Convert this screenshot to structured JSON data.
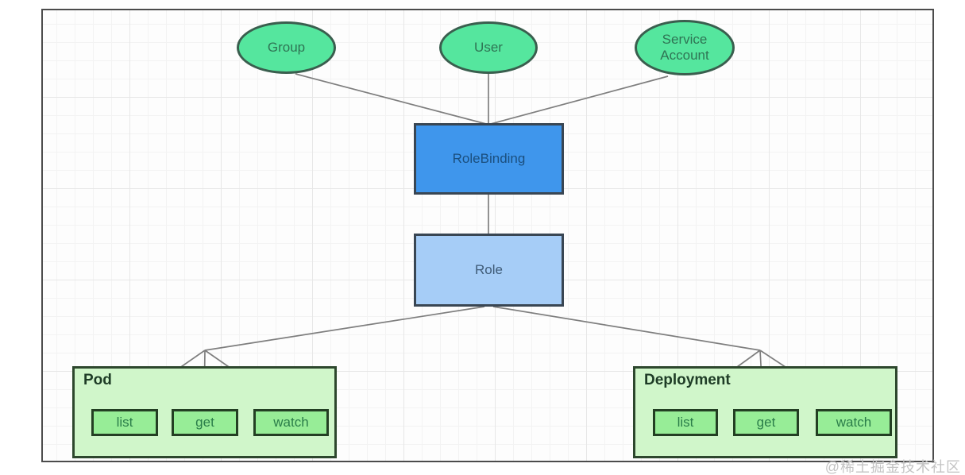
{
  "diagram": {
    "subjects": [
      {
        "label": "Group"
      },
      {
        "label": "User"
      },
      {
        "label": "Service Account"
      }
    ],
    "binding": {
      "label": "RoleBinding"
    },
    "role": {
      "label": "Role"
    },
    "resources": [
      {
        "name": "Pod",
        "verbs": [
          "list",
          "get",
          "watch"
        ]
      },
      {
        "name": "Deployment",
        "verbs": [
          "list",
          "get",
          "watch"
        ]
      }
    ]
  },
  "watermark": "@稀土掘金技术社区",
  "colors": {
    "subject_fill": "#55e69e",
    "subject_border": "#3a5e4e",
    "subject_text": "#2f7454",
    "rolebinding_fill": "#3f96ec",
    "rolebinding_text": "#1b4f7e",
    "role_fill": "#a6cdf7",
    "role_text": "#3f5b77",
    "blue_box_border": "#394653",
    "resource_fill": "#d0f6ca",
    "resource_border": "#2d472d",
    "resource_title_text": "#1e3c26",
    "verb_fill": "#97ed97",
    "verb_border": "#233f23",
    "verb_text": "#2a7d49",
    "connector": "#7e7e7e",
    "frame_border": "#4c4c4c",
    "watermark_text": "#c3c3c3"
  }
}
